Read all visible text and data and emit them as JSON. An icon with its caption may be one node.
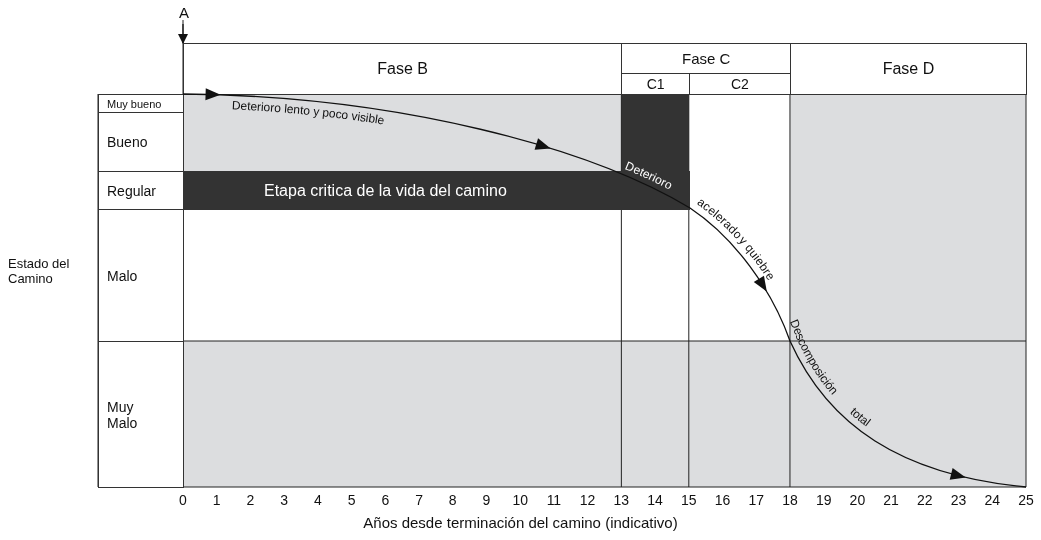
{
  "diagram": {
    "nodes": [
      {
        "text": [
          "Fase B"
        ]
      },
      {
        "text": [
          "Fase C"
        ]
      },
      {
        "text": [
          "C1"
        ]
      },
      {
        "text": [
          "C2"
        ]
      },
      {
        "text": [
          "Fase D"
        ]
      },
      {
        "text": [
          "Muy bueno"
        ]
      },
      {
        "text": [
          "Bueno"
        ]
      },
      {
        "text": [
          "Regular"
        ]
      },
      {
        "text": [
          "Malo"
        ]
      },
      {
        "text": [
          "Muy Malo"
        ]
      },
      {
        "text": [
          "Etapa critica de la vida del camino"
        ]
      }
    ],
    "edges": [],
    "labels": [
      "A",
      "Estado del Camino",
      "Deterioro lento y poco visible",
      "Deterioro",
      "acelerado",
      "y quiebre",
      "Descomposición",
      "total",
      "0",
      "1",
      "2",
      "3",
      "4",
      "5",
      "6",
      "7",
      "8",
      "9",
      "10",
      "11",
      "12",
      "13",
      "14",
      "15",
      "16",
      "17",
      "18",
      "19",
      "20",
      "21",
      "22",
      "23",
      "24",
      "25",
      "Años desde terminación del camino (indicativo)"
    ]
  }
}
